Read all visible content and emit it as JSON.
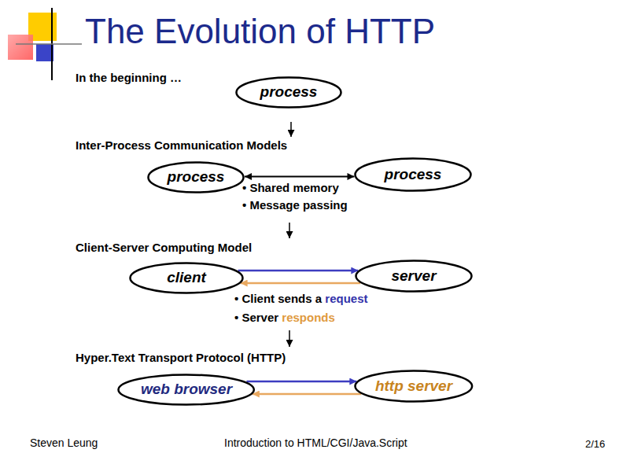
{
  "diagram": {
    "title": "The Evolution of HTTP",
    "nodes": [
      {
        "text": [
          "process"
        ]
      },
      {
        "text": [
          "process"
        ]
      },
      {
        "text": [
          "process"
        ]
      },
      {
        "text": [
          "client"
        ]
      },
      {
        "text": [
          "server"
        ]
      },
      {
        "text": [
          "web browser"
        ]
      },
      {
        "text": [
          "http server"
        ]
      }
    ],
    "edges": [
      {
        "from": 1,
        "to": 2,
        "arrow": "both"
      },
      {
        "from": 3,
        "to": 4,
        "arrow": "to"
      },
      {
        "from": 4,
        "to": 3,
        "arrow": "to"
      },
      {
        "from": 5,
        "to": 6,
        "arrow": "to"
      },
      {
        "from": 6,
        "to": 5,
        "arrow": "to"
      }
    ],
    "labels": [
      "In the beginning …",
      "Inter-Process Communication Models",
      "• Shared memory",
      "• Message passing",
      "Client-Server Computing Model",
      "• Client sends a",
      "request",
      "• Server",
      "responds",
      "Hyper.Text Transport Protocol (HTTP)",
      "Steven Leung",
      "Introduction to HTML/CGI/Java.Script",
      "2/16"
    ]
  }
}
